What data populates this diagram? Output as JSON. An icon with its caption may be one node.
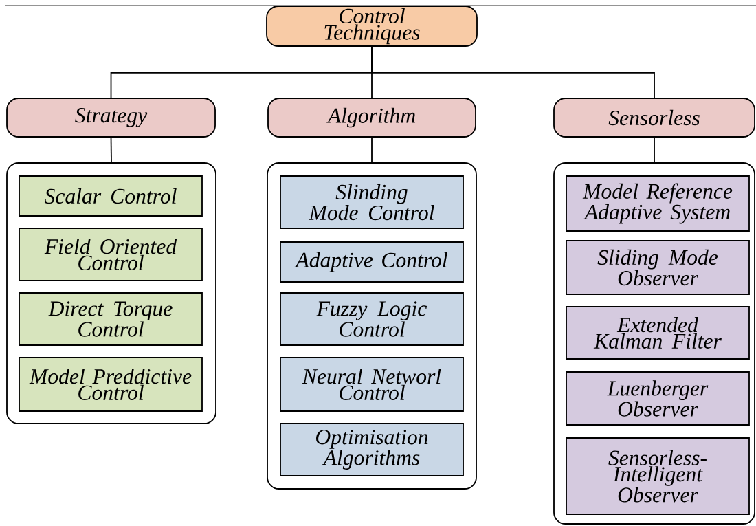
{
  "diagram": {
    "nodes": [
      {
        "text": [
          "Control Techniques"
        ]
      },
      {
        "text": [
          "Strategy"
        ]
      },
      {
        "text": [
          "Algorithm"
        ]
      },
      {
        "text": [
          "Sensorless"
        ]
      },
      {
        "text": [],
        "shape": "box"
      },
      {
        "text": [
          "Scalar Control"
        ],
        "in": 4
      },
      {
        "text": [
          "Field Oriented Control"
        ],
        "in": 4
      },
      {
        "text": [
          "Direct Torque Control"
        ],
        "in": 4
      },
      {
        "text": [
          "Model Preddictive Control"
        ],
        "in": 4
      },
      {
        "text": [],
        "shape": "box"
      },
      {
        "text": [
          "Slinding Mode Control"
        ],
        "in": 9
      },
      {
        "text": [
          "Adaptive Control"
        ],
        "in": 9
      },
      {
        "text": [
          "Fuzzy Logic Control"
        ],
        "in": 9
      },
      {
        "text": [
          "Neural Networl Control"
        ],
        "in": 9
      },
      {
        "text": [
          "Optimisation Algorithms"
        ],
        "in": 9
      },
      {
        "text": [],
        "shape": "box"
      },
      {
        "text": [
          "Model Reference Adaptive System"
        ],
        "in": 15
      },
      {
        "text": [
          "Sliding Mode Observer"
        ],
        "in": 15
      },
      {
        "text": [
          "Extended Kalman Filter"
        ],
        "in": 15
      },
      {
        "text": [
          "Luenberger Observer"
        ],
        "in": 15
      },
      {
        "text": [
          "Sensorless- Intelligent Observer"
        ],
        "in": 15
      }
    ],
    "edges": [
      {
        "from": 0,
        "to": 1,
        "arrow": "none"
      },
      {
        "from": 0,
        "to": 2,
        "arrow": "none"
      },
      {
        "from": 0,
        "to": 3,
        "arrow": "none"
      },
      {
        "from": 1,
        "to": 4,
        "arrow": "none"
      },
      {
        "from": 2,
        "to": 9,
        "arrow": "none"
      },
      {
        "from": 3,
        "to": 15,
        "arrow": "none"
      }
    ]
  }
}
